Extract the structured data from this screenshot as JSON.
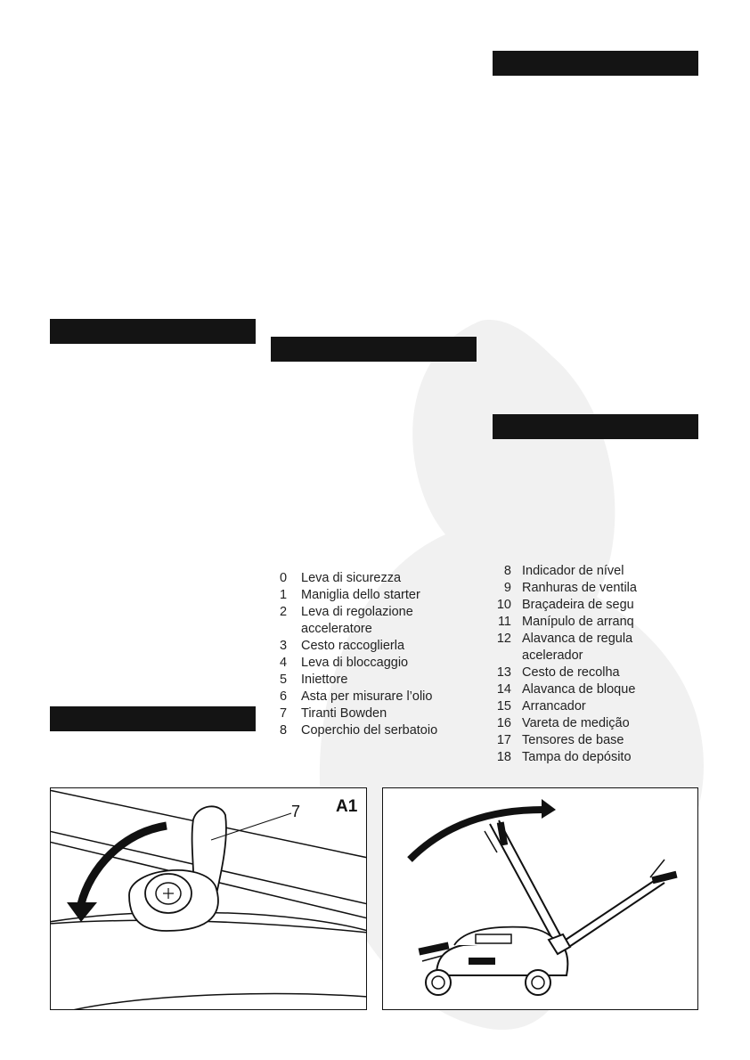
{
  "page": {
    "it_parts": [
      {
        "num": "0",
        "label": "Leva di sicurezza"
      },
      {
        "num": "1",
        "label": "Maniglia dello starter"
      },
      {
        "num": "2",
        "label": "Leva di regolazione",
        "label2": "acceleratore"
      },
      {
        "num": "3",
        "label": "Cesto raccoglierla"
      },
      {
        "num": "4",
        "label": "Leva di bloccaggio"
      },
      {
        "num": "5",
        "label": "Iniettore"
      },
      {
        "num": "6",
        "label": "Asta per misurare l’olio"
      },
      {
        "num": "7",
        "label": "Tiranti Bowden"
      },
      {
        "num": "8",
        "label": "Coperchio del serbatoio"
      }
    ],
    "pt_parts": [
      {
        "num": "8",
        "label": "Indicador de nível"
      },
      {
        "num": "9",
        "label": "Ranhuras de ventila"
      },
      {
        "num": "10",
        "label": "Braçadeira de segu"
      },
      {
        "num": "11",
        "label": "Manípulo de arranq"
      },
      {
        "num": "12",
        "label": "Alavanca de regula",
        "label2": "acelerador"
      },
      {
        "num": "13",
        "label": "Cesto de recolha"
      },
      {
        "num": "14",
        "label": "Alavanca de bloque"
      },
      {
        "num": "15",
        "label": "Arrancador"
      },
      {
        "num": "16",
        "label": "Vareta de medição"
      },
      {
        "num": "17",
        "label": "Tensores de base"
      },
      {
        "num": "18",
        "label": "Tampa do depósito"
      }
    ],
    "figure_left": {
      "tag": "A1",
      "callout": "7"
    }
  }
}
